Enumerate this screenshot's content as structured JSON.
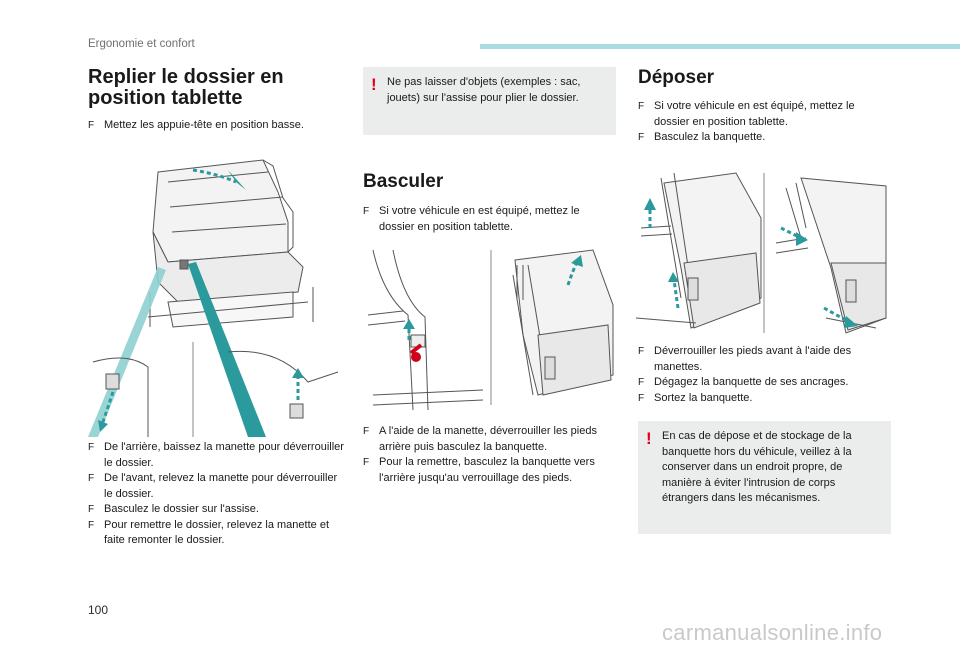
{
  "header": {
    "section_title": "Ergonomie et confort"
  },
  "page_number": "100",
  "watermark": "carmanualsonline.info",
  "colors": {
    "accent_teal": "#2a9a9c",
    "header_bar": "#a8dcde",
    "warning_red": "#e3001b",
    "warning_bg": "#ebecec"
  },
  "replier": {
    "title": "Replier le dossier en position tablette",
    "step_intro": "Mettez les appuie-tête en position basse.",
    "steps": [
      "De l'arrière, baissez la manette pour déverrouiller le dossier.",
      "De l'avant, relevez la manette pour déverrouiller le dossier.",
      "Basculez le dossier sur l'assise.",
      "Pour remettre le dossier, relevez la manette et faite remonter le dossier."
    ]
  },
  "warning_top": {
    "icon": "exclamation-mark",
    "text": "Ne pas laisser d'objets (exemples : sac, jouets) sur l'assise pour plier le dossier."
  },
  "basculer": {
    "title": "Basculer",
    "step_intro": "Si votre véhicule en est équipé, mettez le dossier en position tablette.",
    "steps": [
      "A l'aide de la manette, déverrouiller les pieds arrière puis basculez la banquette.",
      "Pour la remettre, basculez la banquette vers l'arrière jusqu'au verrouillage des pieds."
    ]
  },
  "deposer": {
    "title": "Déposer",
    "steps_intro": [
      "Si votre véhicule en est équipé, mettez le dossier en position tablette.",
      "Basculez la banquette."
    ],
    "steps": [
      "Déverrouiller les pieds avant à l'aide des manettes.",
      "Dégagez la banquette de ses ancrages.",
      "Sortez la banquette."
    ]
  },
  "warning_bottom": {
    "icon": "exclamation-mark",
    "text": "En cas de dépose et de stockage de la banquette hors du véhicule, veillez à la conserver dans un endroit propre, de manière à éviter l'intrusion de corps étrangers dans les mécanismes."
  },
  "bullet_glyph": "F"
}
